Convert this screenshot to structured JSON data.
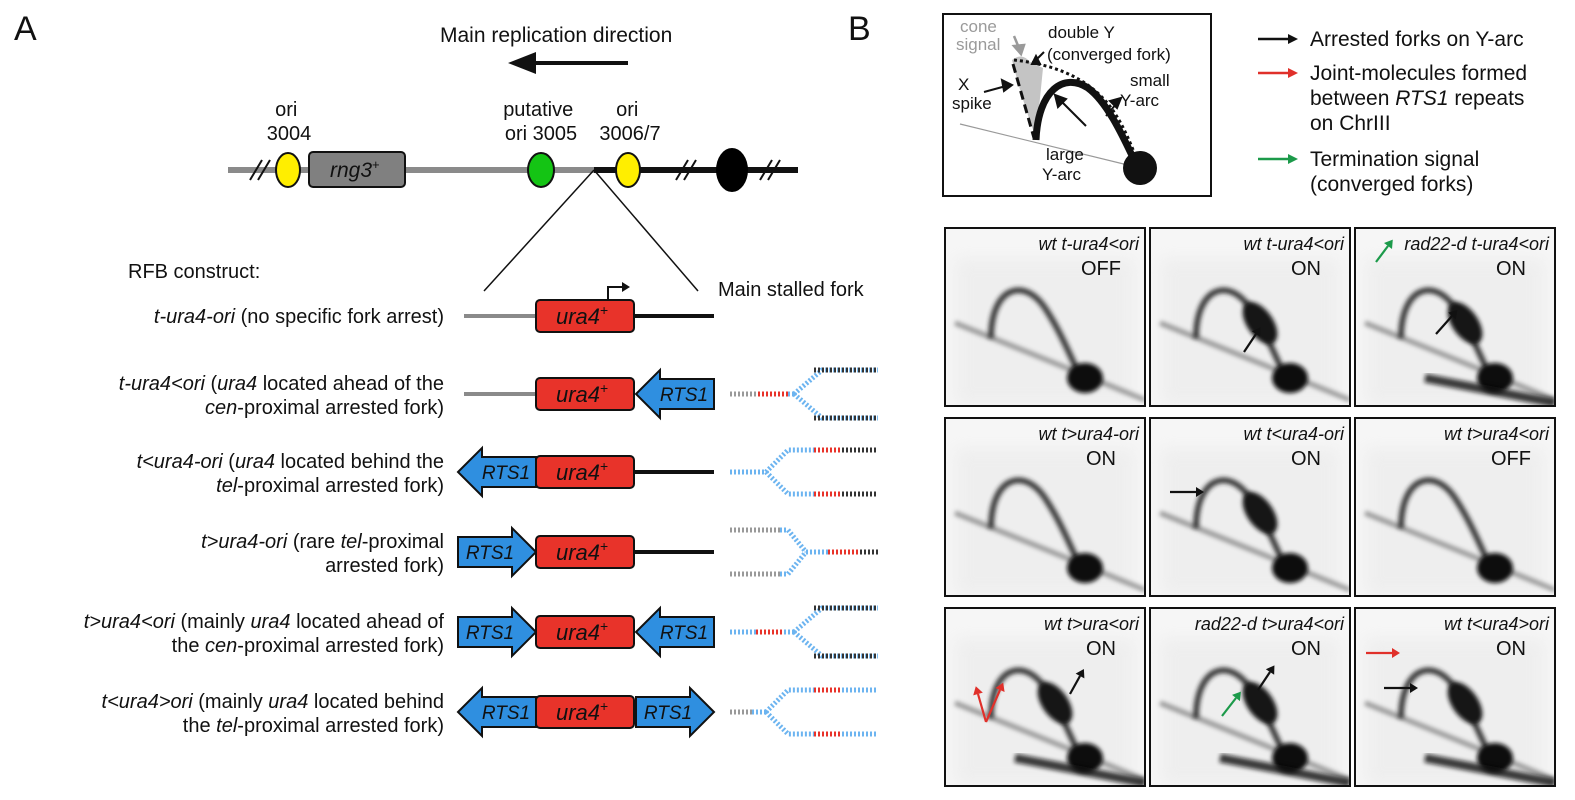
{
  "panel_a": {
    "label": "A",
    "direction_label": "Main replication direction",
    "locus": {
      "ori_3004": [
        "ori",
        "3004"
      ],
      "rng3": "rng3",
      "rng3_sup": "+",
      "putative_ori": [
        "putative",
        "ori 3005"
      ],
      "ori_3006": [
        "ori",
        "3006/7"
      ]
    },
    "rfb_header": "RFB construct:",
    "stalled_header": "Main stalled fork",
    "ura4": "ura4",
    "ura4_sup": "+",
    "rts1": "RTS1",
    "constructs": [
      {
        "lines": [
          [
            {
              "t": "t-ura4-ori",
              "i": true
            },
            {
              "t": " (no specific fork arrest)",
              "i": false
            }
          ]
        ]
      },
      {
        "lines": [
          [
            {
              "t": "t-ura4<ori",
              "i": true
            },
            {
              "t": " (",
              "i": false
            },
            {
              "t": "ura4",
              "i": true
            },
            {
              "t": " located ahead of the",
              "i": false
            }
          ],
          [
            {
              "t": "cen",
              "i": true
            },
            {
              "t": "-proximal arrested fork)",
              "i": false
            }
          ]
        ]
      },
      {
        "lines": [
          [
            {
              "t": "t<ura4-ori",
              "i": true
            },
            {
              "t": " (",
              "i": false
            },
            {
              "t": "ura4",
              "i": true
            },
            {
              "t": " located behind the",
              "i": false
            }
          ],
          [
            {
              "t": "tel",
              "i": true
            },
            {
              "t": "-proximal arrested fork)",
              "i": false
            }
          ]
        ]
      },
      {
        "lines": [
          [
            {
              "t": "t>ura4-ori",
              "i": true
            },
            {
              "t": " (rare ",
              "i": false
            },
            {
              "t": "tel",
              "i": true
            },
            {
              "t": "-proximal",
              "i": false
            }
          ],
          [
            {
              "t": "arrested fork)",
              "i": false
            }
          ]
        ]
      },
      {
        "lines": [
          [
            {
              "t": "t>ura4<ori",
              "i": true
            },
            {
              "t": " (mainly ",
              "i": false
            },
            {
              "t": "ura4",
              "i": true
            },
            {
              "t": " located ahead of",
              "i": false
            }
          ],
          [
            {
              "t": "the ",
              "i": false
            },
            {
              "t": "cen",
              "i": true
            },
            {
              "t": "-proximal arrested fork)",
              "i": false
            }
          ]
        ]
      },
      {
        "lines": [
          [
            {
              "t": "t<ura4>ori",
              "i": true
            },
            {
              "t": " (mainly ",
              "i": false
            },
            {
              "t": "ura4",
              "i": true
            },
            {
              "t": " located behind",
              "i": false
            }
          ],
          [
            {
              "t": "the ",
              "i": false
            },
            {
              "t": "tel",
              "i": true
            },
            {
              "t": "-proximal arrested fork)",
              "i": false
            }
          ]
        ]
      }
    ]
  },
  "panel_b": {
    "label": "B",
    "schematic": {
      "cone_signal": [
        "cone",
        "signal"
      ],
      "double_y": [
        "double Y",
        "(converged fork)"
      ],
      "x_spike": [
        "X",
        "spike"
      ],
      "small_y": [
        "small",
        "Y-arc"
      ],
      "large_y": [
        "large",
        "Y-arc"
      ]
    },
    "legend": [
      {
        "color": "#111111",
        "lines": [
          [
            {
              "t": "Arrested forks on Y-arc",
              "i": false
            }
          ]
        ]
      },
      {
        "color": "#e0302a",
        "lines": [
          [
            {
              "t": "Joint-molecules formed",
              "i": false
            }
          ],
          [
            {
              "t": "between ",
              "i": false
            },
            {
              "t": "RTS1",
              "i": true
            },
            {
              "t": " repeats",
              "i": false
            }
          ],
          [
            {
              "t": "on ChrIII",
              "i": false
            }
          ]
        ]
      },
      {
        "color": "#1c9a4a",
        "lines": [
          [
            {
              "t": "Termination signal",
              "i": false
            }
          ],
          [
            {
              "t": "(converged forks)",
              "i": false
            }
          ]
        ]
      }
    ],
    "gels": [
      {
        "title": "wt t-ura4<ori",
        "state": "OFF"
      },
      {
        "title": "wt t-ura4<ori",
        "state": "ON"
      },
      {
        "title": "rad22-d t-ura4<ori",
        "state": "ON"
      },
      {
        "title": "wt t>ura4-ori",
        "state": "ON"
      },
      {
        "title": "wt t<ura4-ori",
        "state": "ON"
      },
      {
        "title": "wt t>ura4<ori",
        "state": "OFF"
      },
      {
        "title": "wt t>ura<ori",
        "state": "ON"
      },
      {
        "title": "rad22-d t>ura4<ori",
        "state": "ON"
      },
      {
        "title": "wt t<ura4>ori",
        "state": "ON"
      }
    ]
  },
  "colors": {
    "ura4_red": "#e8332a",
    "rts1_blue": "#2f8fe0",
    "ori_yellow": "#ffee00",
    "ori_green": "#14c414",
    "rng3_gray": "#808080",
    "arrow_black": "#111111",
    "arrow_red": "#e0302a",
    "arrow_green": "#1c9a4a"
  }
}
